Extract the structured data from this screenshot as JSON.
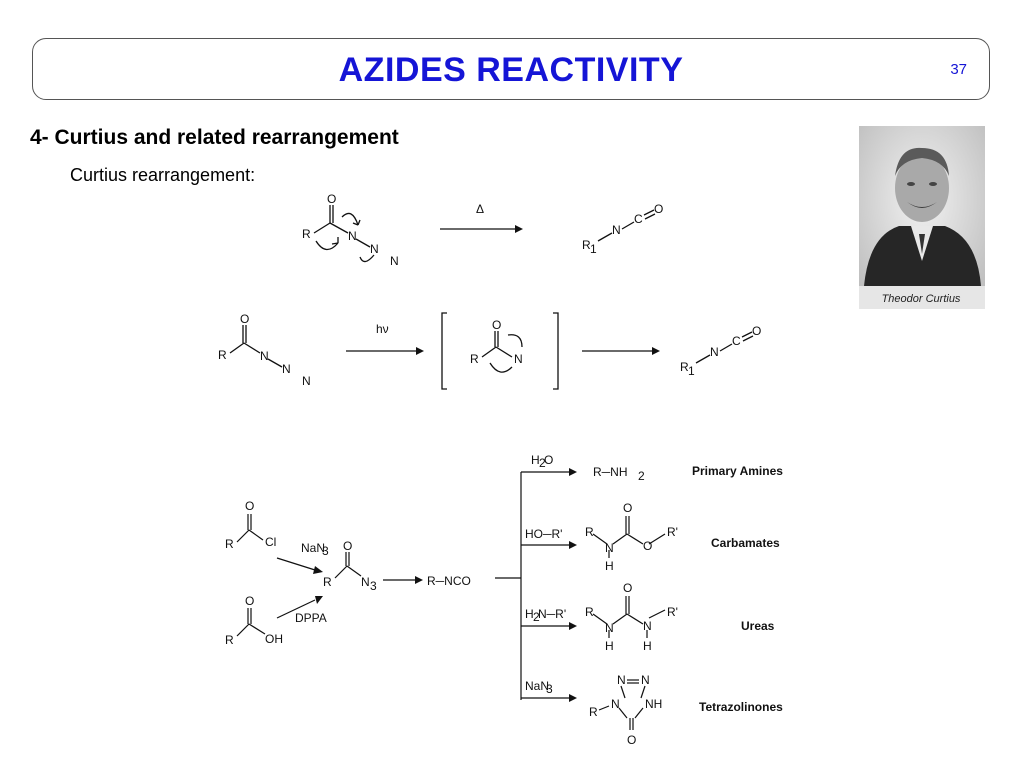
{
  "slide": {
    "title": "AZIDES REACTIVITY",
    "page_number": "37",
    "heading": "4- Curtius and related rearrangement",
    "subheading": "Curtius rearrangement:"
  },
  "portrait": {
    "signature": "Theodor Curtius"
  },
  "scheme1": {
    "R": "R",
    "O": "O",
    "N1": "N",
    "N2": "N",
    "N3": "N",
    "arrow_label": "Δ",
    "product_R": "R",
    "product_sub": "1",
    "product_N": "N",
    "product_C": "C",
    "product_O": "O"
  },
  "scheme2": {
    "R": "R",
    "O": "O",
    "N1": "N",
    "N2": "N",
    "N3": "N",
    "arrow_label": "hν",
    "int_R": "R",
    "int_O": "O",
    "int_N": "N",
    "product_R": "R",
    "product_sub": "1",
    "product_N": "N",
    "product_C": "C",
    "product_O": "O"
  },
  "scheme3": {
    "acyl_chloride": {
      "R": "R",
      "O": "O",
      "Cl": "Cl"
    },
    "acid": {
      "R": "R",
      "O": "O",
      "OH": "OH"
    },
    "reagent1": "NaN",
    "reagent1_sub": "3",
    "reagent2": "DPPA",
    "acyl_azide": {
      "R": "R",
      "O": "O",
      "N": "N",
      "sub": "3"
    },
    "isocyanate": "R─NCO",
    "branches": [
      {
        "reagent": "H",
        "reagent_sub": "2",
        "reagent_tail": "O",
        "product": "R─NH",
        "product_sub": "2",
        "label": "Primary Amines"
      },
      {
        "reagent": "HO─R'",
        "label": "Carbamates"
      },
      {
        "reagent": "H",
        "reagent_sub": "2",
        "reagent_tail": "N─R'",
        "label": "Ureas"
      },
      {
        "reagent": "NaN",
        "reagent_sub": "3",
        "label": "Tetrazolinones"
      }
    ],
    "carbamate": {
      "R": "R",
      "N": "N",
      "H": "H",
      "O_top": "O",
      "O": "O",
      "R2": "R'"
    },
    "urea": {
      "R": "R",
      "N1": "N",
      "H1": "H",
      "O": "O",
      "N2": "N",
      "H2": "H",
      "R2": "R'"
    },
    "tetrazolinone": {
      "R": "R",
      "N1": "N",
      "N2": "N",
      "N3": "N",
      "NH": "NH",
      "O": "O"
    }
  }
}
